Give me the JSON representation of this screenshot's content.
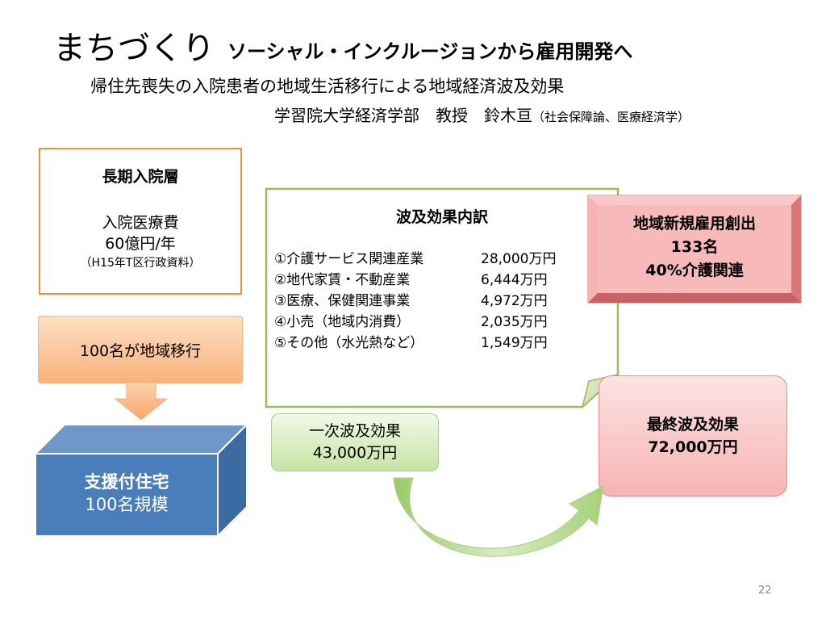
{
  "title": {
    "main": "まちづくり",
    "sub": "ソーシャル・インクルージョンから雇用開発へ"
  },
  "subtitle": "帰住先喪失の入院患者の地域生活移行による地域経済波及効果",
  "author": {
    "name": "学習院大学経済学部　教授　鈴木亘",
    "note": "（社会保障論、医療経済学）"
  },
  "longterm_box": {
    "title": "長期入院層",
    "line1": "入院医療費",
    "line2": "60億円/年",
    "source": "（H15年T区行政資料）"
  },
  "transfer_box": {
    "label": "100名が地域移行"
  },
  "housing_box": {
    "title": "支援付住宅",
    "scale": "100名規模"
  },
  "breakdown": {
    "title": "波及効果内訳",
    "items": [
      {
        "label": "①介護サービス関連産業",
        "value": "28,000万円"
      },
      {
        "label": "②地代家賃・不動産業",
        "value": "6,444万円"
      },
      {
        "label": "③医療、保健関連事業",
        "value": "4,972万円"
      },
      {
        "label": "④小売（地域内消費）",
        "value": "2,035万円"
      },
      {
        "label": "⑤その他（水光熱など）",
        "value": "1,549万円"
      }
    ]
  },
  "employment_box": {
    "line1": "地域新規雇用創出",
    "line2": "133名",
    "line3": "40%介護関連"
  },
  "primary_box": {
    "line1": "一次波及効果",
    "line2": "43,000万円"
  },
  "final_box": {
    "line1": "最終波及効果",
    "line2": "72,000万円"
  },
  "page_number": "22",
  "colors": {
    "orange_border": "#f0913c",
    "green_border": "#9bbb59",
    "housing_blue": "#4a7ebb",
    "employment_pink": "#f4a6a6",
    "arrow_green": "#b5d88a"
  }
}
